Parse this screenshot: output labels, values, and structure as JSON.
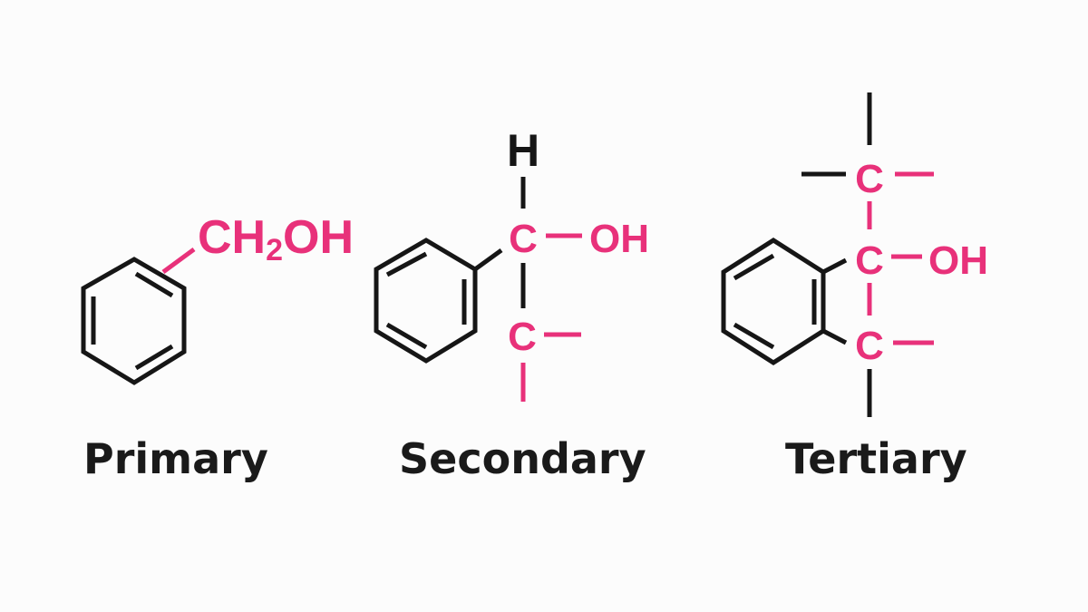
{
  "colors": {
    "highlight": "#e8317a",
    "bond": "#161616",
    "background": "#fcfcfc"
  },
  "structures": [
    {
      "label": "Primary",
      "group_main": "CH",
      "group_sub": "2",
      "group_tail": "OH"
    },
    {
      "label": "Secondary",
      "top_atom": "H",
      "carbinol": "C",
      "hydroxyl": "OH",
      "lower_carbon": "C"
    },
    {
      "label": "Tertiary",
      "top_carbon": "C",
      "carbinol": "C",
      "hydroxyl": "OH",
      "lower_carbon": "C"
    }
  ]
}
